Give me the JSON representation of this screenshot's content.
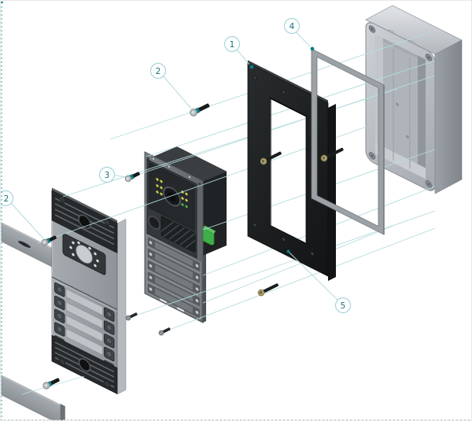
{
  "diagram": {
    "kind": "exploded-view-assembly-diagram"
  },
  "colors": {
    "accent_teal": "#0e7e86",
    "leader_line": "#b6dbdf",
    "callout_text": "#15717a",
    "callout_ring": "#a7d5da",
    "edge_dotted": "#3f959b",
    "bottom_dotted": "#b9c4c6"
  },
  "parts": {
    "frame": "mounting-frame",
    "gasket": "sealing-gasket",
    "box": "flush-mount-back-box",
    "panel": "front-panel",
    "module": "camera-and-button-module",
    "strips": "side-trim-strips",
    "screws": "fixing-screws"
  },
  "callouts": [
    {
      "label": "1"
    },
    {
      "label": "2"
    },
    {
      "label": "3"
    },
    {
      "label": "4"
    },
    {
      "label": "5"
    },
    {
      "label": "2"
    }
  ]
}
